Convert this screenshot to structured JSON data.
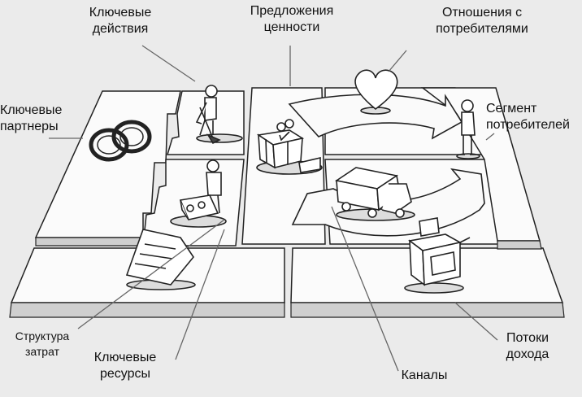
{
  "labels": {
    "key_activities": [
      "Ключевые",
      "действия"
    ],
    "value_propositions": [
      "Предложения",
      "ценности"
    ],
    "customer_relationships": [
      "Отношения с",
      "потребителями"
    ],
    "key_partners": [
      "Ключевые",
      "партнеры"
    ],
    "customer_segments": [
      "Сегмент",
      "потребителей"
    ],
    "cost_structure": [
      "Структура",
      "затрат"
    ],
    "key_resources": [
      "Ключевые",
      "ресурсы"
    ],
    "channels": [
      "Каналы"
    ],
    "revenue_streams": [
      "Потоки",
      "дохода"
    ]
  }
}
